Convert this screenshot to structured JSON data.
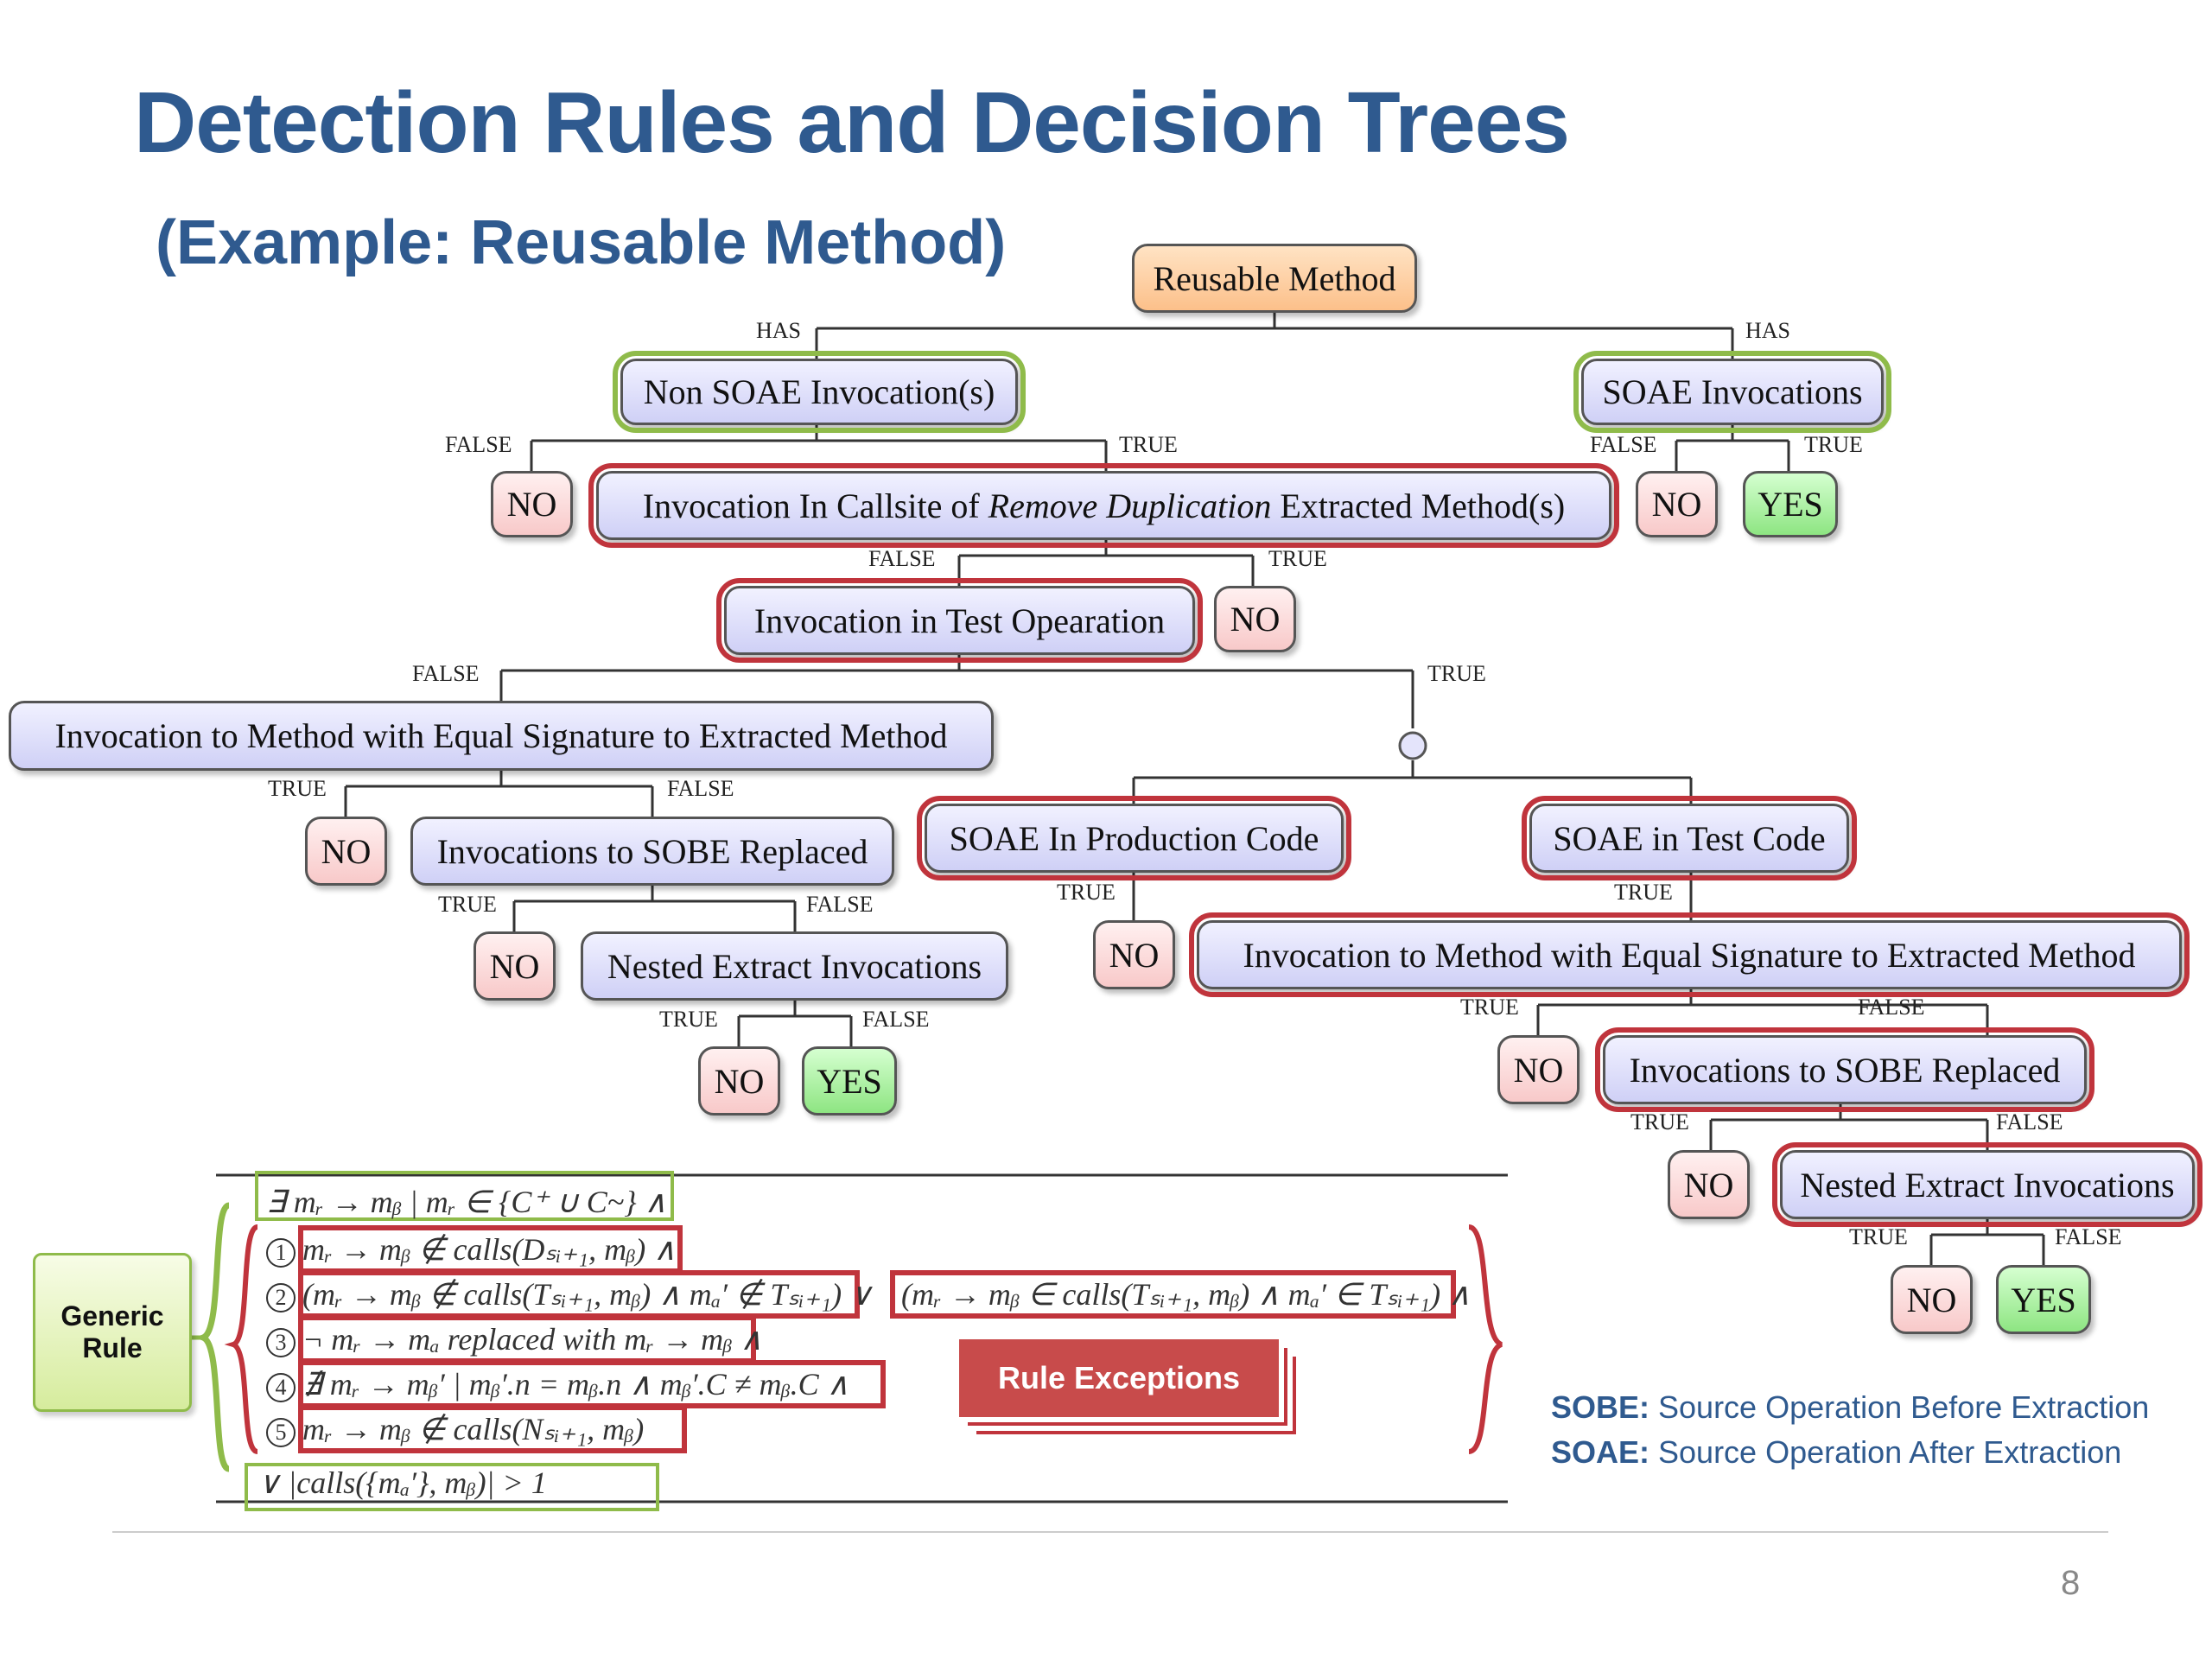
{
  "slide": {
    "title": "Detection Rules and Decision Trees",
    "subtitle": "(Example: Reusable Method)",
    "page_number": "8"
  },
  "tree": {
    "root": "Reusable Method",
    "non_soae": "Non SOAE Invocation(s)",
    "soae": "SOAE Invocations",
    "callsite_a": "Invocation In Callsite of ",
    "callsite_em": "Remove Duplication",
    "callsite_b": " Extracted Method(s)",
    "test_op": "Invocation in Test Opearation",
    "equal_sig": "Invocation to Method with Equal Signature to Extracted Method",
    "sobe_replaced": "Invocations to SOBE Replaced",
    "nested": "Nested Extract Invocations",
    "soae_prod": "SOAE In Production Code",
    "soae_test": "SOAE in Test Code",
    "no": "NO",
    "yes": "YES"
  },
  "edge_labels": {
    "has": "HAS",
    "true": "TRUE",
    "false": "FALSE"
  },
  "rule": {
    "generic_label_1": "Generic",
    "generic_label_2": "Rule",
    "exceptions_label": "Rule Exceptions",
    "line0": "∃ mᵣ → mᵦ | mᵣ ∈ {C⁺ ∪ C~} ∧",
    "line1": "mᵣ → mᵦ ∉ calls(Dₛᵢ₊₁, mᵦ) ∧",
    "line2a": "(mᵣ → mᵦ ∉ calls(Tₛᵢ₊₁, mᵦ) ∧ mₐ′ ∉ Tₛᵢ₊₁) ∨",
    "line2b": "(mᵣ → mᵦ ∈ calls(Tₛᵢ₊₁, mᵦ) ∧ mₐ′ ∈ Tₛᵢ₊₁) ∧",
    "line3": "¬ mᵣ → mₐ replaced with mᵣ → mᵦ ∧",
    "line4": "∄ mᵣ → mᵦ′ | mᵦ′.n = mᵦ.n ∧ mᵦ′.C ≠ mᵦ.C ∧",
    "line5": "mᵣ → mᵦ ∉ calls(Nₛᵢ₊₁, mᵦ)",
    "line6": "∨ |calls({mₐ′}, mᵦ)| > 1",
    "n1": "1",
    "n2": "2",
    "n3": "3",
    "n4": "4",
    "n5": "5"
  },
  "legend": {
    "sobe_key": "SOBE:",
    "sobe_value": " Source Operation Before Extraction",
    "soae_key": "SOAE:",
    "soae_value": " Source Operation After Extraction"
  }
}
